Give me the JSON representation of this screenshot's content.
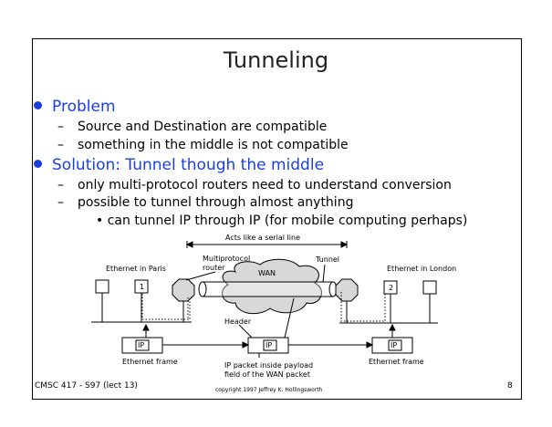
{
  "slide": {
    "title": "Tunneling",
    "bullets": [
      {
        "text": "Problem",
        "subs": [
          "Source and Destination are compatible",
          "something in the middle is not compatible"
        ]
      },
      {
        "text": "Solution: Tunnel though the middle",
        "subs": [
          "only multi-protocol routers need to understand conversion",
          "possible to tunnel through almost anything"
        ],
        "subsub": "can tunnel IP through IP (for mobile computing perhaps)"
      }
    ]
  },
  "diagram": {
    "serial_label": "Acts like a serial line",
    "multiprotocol_label_1": "Multiprotocol",
    "multiprotocol_label_2": "router",
    "tunnel_label": "Tunnel",
    "wan_label": "WAN",
    "ethernet_paris": "Ethernet in Paris",
    "ethernet_london": "Ethernet in London",
    "host1": "1",
    "host2": "2",
    "header_label": "Header",
    "ip_label": "IP",
    "ethernet_frame_left": "Ethernet frame",
    "ethernet_frame_right": "Ethernet frame",
    "payload_label_1": "IP packet inside payload",
    "payload_label_2": "field of the WAN packet"
  },
  "footer": {
    "course": "CMSC 417 - S97  (lect 13)",
    "copyright": "copyright 1997 Jeffrey K. Hollingsworth",
    "page": "8"
  }
}
